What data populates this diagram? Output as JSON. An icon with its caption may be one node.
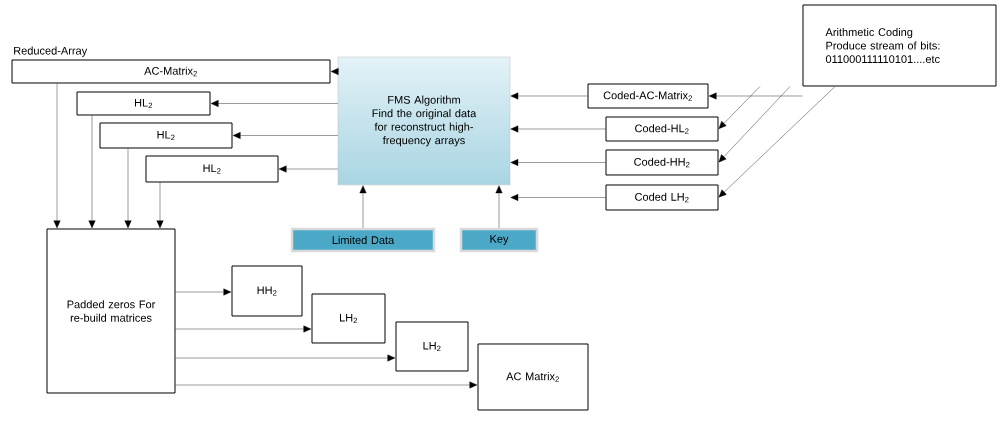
{
  "diagram": {
    "nodes": [
      {
        "text": [
          "Arithmetic Coding Produce stream of bits: 011000111110101....etc"
        ]
      },
      {
        "text": [
          "Coded-AC-Matrix$_{2}$"
        ]
      },
      {
        "text": [
          "Coded-HL$_{2}$"
        ]
      },
      {
        "text": [
          "Coded-HH$_{2}$"
        ]
      },
      {
        "text": [
          "Coded LH$_{2}$"
        ]
      },
      {
        "text": [
          "FMS Algorithm",
          "Find the original data for reconstruct high-frequency arrays"
        ]
      },
      {
        "text": [
          "Limited Data"
        ]
      },
      {
        "text": [
          "Key"
        ]
      },
      {
        "text": [
          "AC-Matrix$_{2}$"
        ]
      },
      {
        "text": [
          "HL$_{2}$"
        ]
      },
      {
        "text": [
          "HL$_{2}$"
        ]
      },
      {
        "text": [
          "HL$_{2}$"
        ]
      },
      {
        "text": [
          "Padded zeros For re-build matrices"
        ]
      },
      {
        "text": [
          "HH$_{2}$"
        ]
      },
      {
        "text": [
          "LH$_{2}$"
        ]
      },
      {
        "text": [
          "LH$_{2}$"
        ]
      },
      {
        "text": [
          "AC Matrix$_{2}$"
        ]
      }
    ],
    "edges": [
      {
        "from": 0,
        "to": 1,
        "arrow": "to"
      },
      {
        "from": 0,
        "to": 2,
        "arrow": "to"
      },
      {
        "from": 0,
        "to": 3,
        "arrow": "to"
      },
      {
        "from": 0,
        "to": 4,
        "arrow": "to"
      },
      {
        "from": 1,
        "to": 5,
        "arrow": "to"
      },
      {
        "from": 2,
        "to": 5,
        "arrow": "to"
      },
      {
        "from": 3,
        "to": 5,
        "arrow": "to"
      },
      {
        "from": 4,
        "to": 5,
        "arrow": "to"
      },
      {
        "from": 6,
        "to": 5,
        "arrow": "to"
      },
      {
        "from": 7,
        "to": 5,
        "arrow": "to"
      },
      {
        "from": 5,
        "to": 8,
        "arrow": "to"
      },
      {
        "from": 5,
        "to": 9,
        "arrow": "to"
      },
      {
        "from": 5,
        "to": 10,
        "arrow": "to"
      },
      {
        "from": 5,
        "to": 11,
        "arrow": "to"
      },
      {
        "from": 8,
        "to": 12,
        "arrow": "to"
      },
      {
        "from": 9,
        "to": 12,
        "arrow": "to"
      },
      {
        "from": 10,
        "to": 12,
        "arrow": "to"
      },
      {
        "from": 11,
        "to": 12,
        "arrow": "to"
      },
      {
        "from": 12,
        "to": 13,
        "arrow": "to"
      },
      {
        "from": 12,
        "to": 14,
        "arrow": "to"
      },
      {
        "from": 12,
        "to": 15,
        "arrow": "to"
      },
      {
        "from": 12,
        "to": 16,
        "arrow": "to"
      }
    ],
    "labels": [
      "Reduced-Array"
    ]
  }
}
